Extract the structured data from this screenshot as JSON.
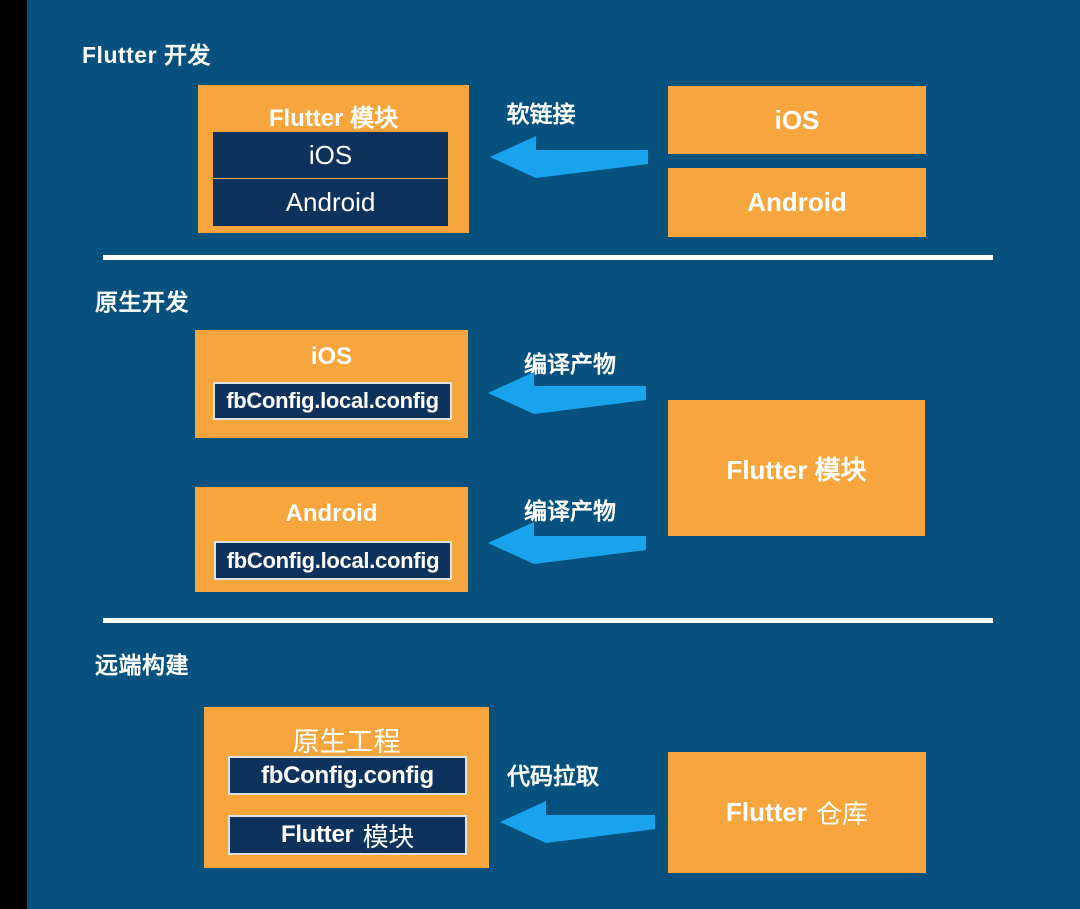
{
  "colors": {
    "background": "#06517E",
    "panel_orange": "#F7A63E",
    "panel_navy": "#0D335C",
    "arrow_blue": "#18A3EC",
    "divider_white": "#FFFFFF",
    "edge_black": "#000000"
  },
  "sections": {
    "flutter_dev": {
      "title": "Flutter 开发",
      "module_box": {
        "title": "Flutter 模块",
        "items": [
          "iOS",
          "Android"
        ]
      },
      "arrow_label": "软链接",
      "source_boxes": [
        "iOS",
        "Android"
      ]
    },
    "native_dev": {
      "title": "原生开发",
      "ios_box": {
        "title": "iOS",
        "config": "fbConfig.local.config"
      },
      "android_box": {
        "title": "Android",
        "config": "fbConfig.local.config"
      },
      "arrow_label_ios": "编译产物",
      "arrow_label_android": "编译产物",
      "source_box": {
        "title": "Flutter 模块"
      }
    },
    "remote_build": {
      "title": "远端构建",
      "project_box": {
        "title": "原生工程",
        "config": "fbConfig.config",
        "module_en": "Flutter",
        "module_zh": "模块"
      },
      "arrow_label": "代码拉取",
      "repo_box": {
        "title_en": "Flutter",
        "title_zh": "仓库"
      }
    }
  }
}
